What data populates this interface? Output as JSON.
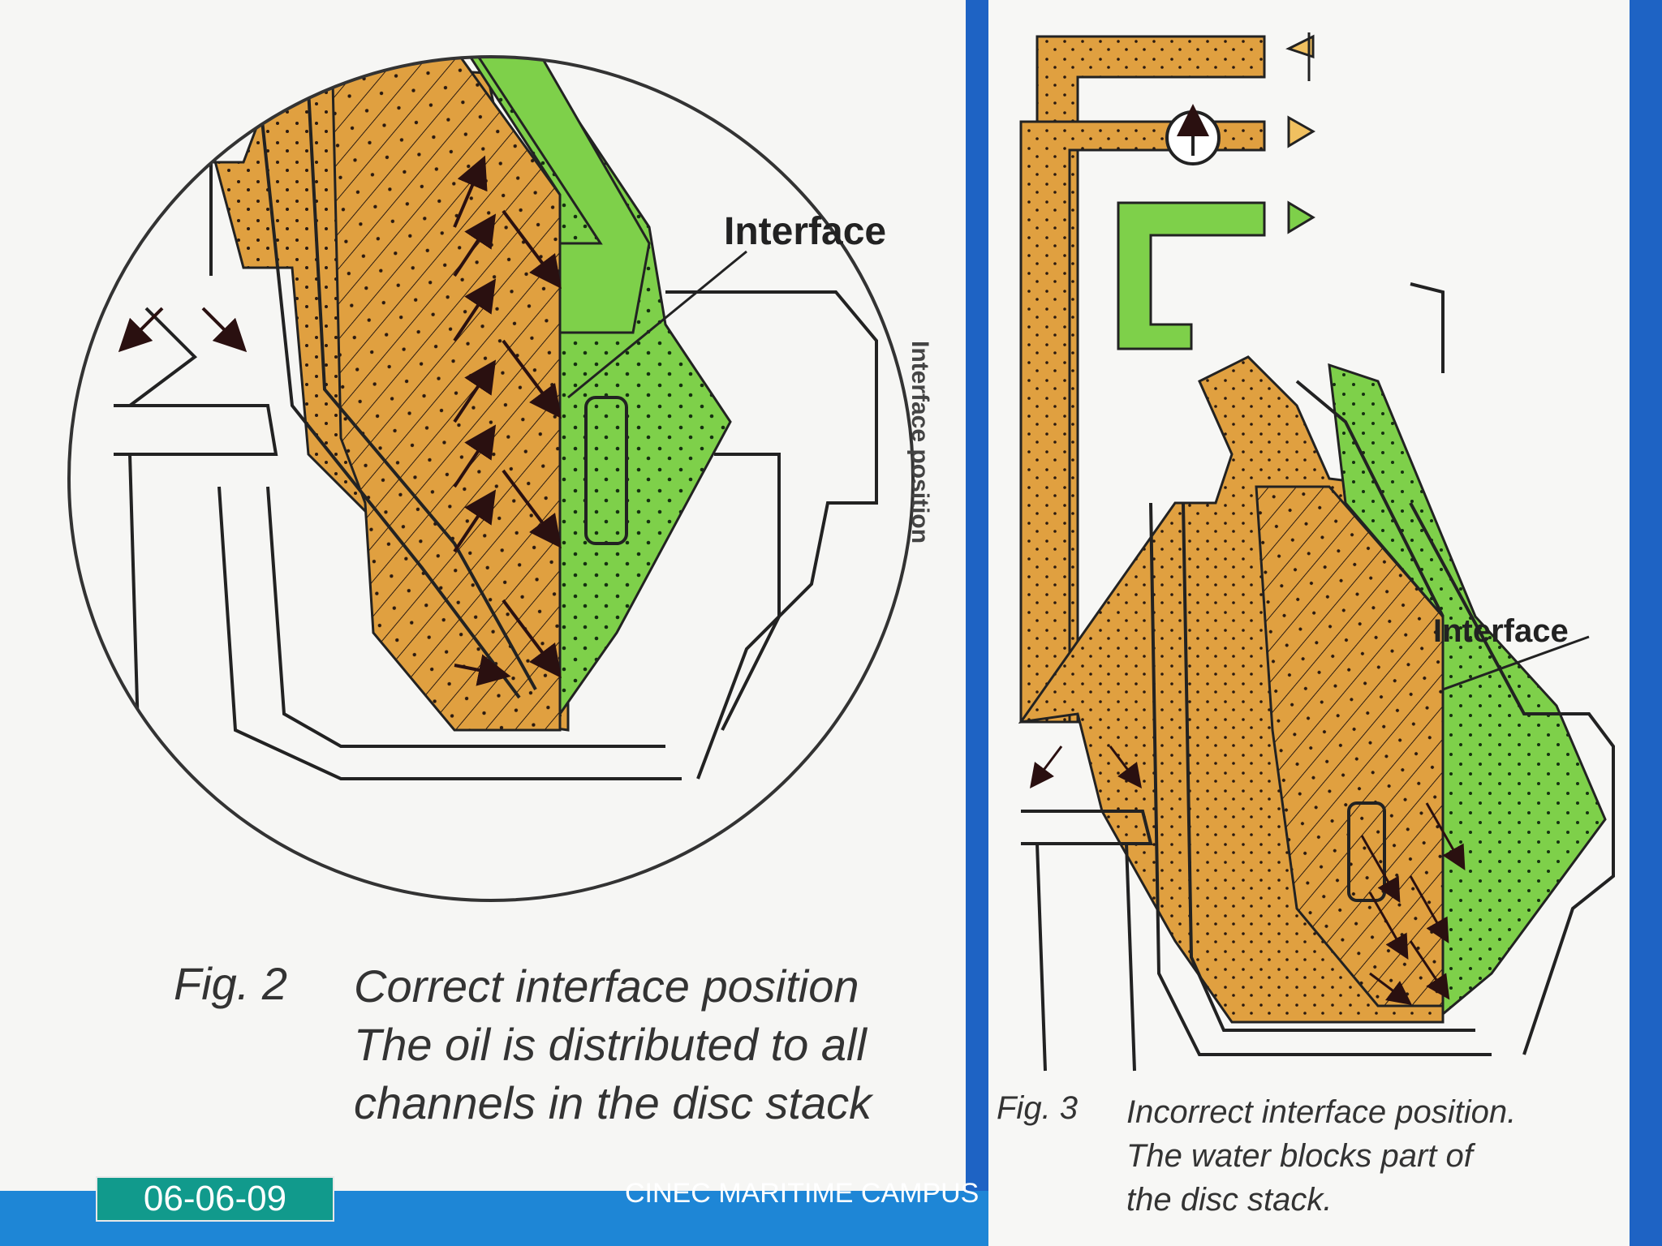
{
  "fig2": {
    "interface_label": "Interface",
    "fig_label": "Fig. 2",
    "caption": "Correct interface position\nThe oil is distributed to all\nchannels in the disc stack",
    "side_text": "Interface position"
  },
  "fig3": {
    "interface_label": "Interface",
    "fig_label": "Fig. 3",
    "caption": "Incorrect interface position.\nThe water blocks part of\nthe disc stack."
  },
  "footer": {
    "date": "06-06-09",
    "text": "CINEC MARITIME CAMPUS"
  },
  "colors": {
    "oil": "#e0a040",
    "water": "#7ed04a",
    "accent_blue": "#1e63c4",
    "footer_blue": "#1e86d6",
    "date_teal": "#119a8c"
  }
}
